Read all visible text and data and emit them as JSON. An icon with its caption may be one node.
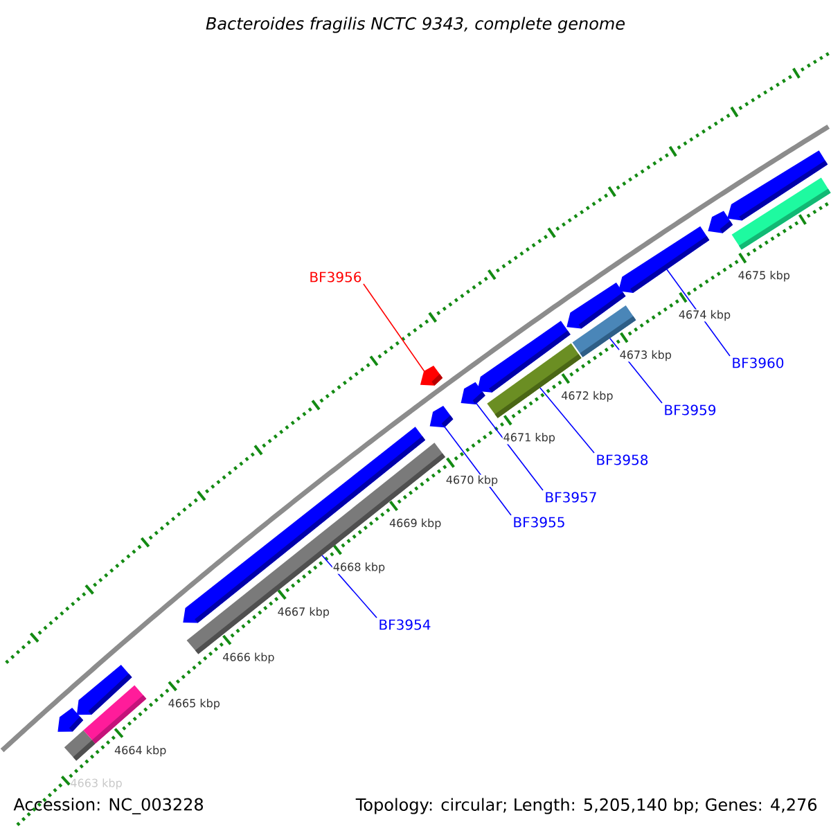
{
  "diagram": {
    "title": "Bacteroides fragilis NCTC 9343, complete genome",
    "nodes": [
      {
        "text": [
          "BF3956"
        ]
      },
      {
        "text": [],
        "shape": "arrow"
      },
      {
        "text": [
          "BF3954"
        ]
      },
      {
        "text": [],
        "shape": "bar"
      },
      {
        "text": [
          "BF3955"
        ]
      },
      {
        "text": [],
        "shape": "arrow"
      },
      {
        "text": [
          "BF3957"
        ]
      },
      {
        "text": [],
        "shape": "arrow"
      },
      {
        "text": [
          "BF3958"
        ]
      },
      {
        "text": [],
        "shape": "bar"
      },
      {
        "text": [
          "BF3959"
        ]
      },
      {
        "text": [],
        "shape": "bar"
      },
      {
        "text": [
          "BF3960"
        ]
      },
      {
        "text": [],
        "shape": "arrow"
      },
      {
        "text": [],
        "shape": "arrow"
      },
      {
        "text": [],
        "shape": "arrow"
      },
      {
        "text": [],
        "shape": "arrow"
      },
      {
        "text": [],
        "shape": "arrow"
      },
      {
        "text": [],
        "shape": "arrow"
      },
      {
        "text": [],
        "shape": "arrow"
      },
      {
        "text": [],
        "shape": "arrow"
      },
      {
        "text": [],
        "shape": "bar"
      },
      {
        "text": [],
        "shape": "bar"
      },
      {
        "text": [],
        "shape": "bar"
      }
    ],
    "edges": [
      {
        "from": 0,
        "to": 1,
        "arrow": "none",
        "color": "#ff0000"
      },
      {
        "from": 2,
        "to": 3,
        "arrow": "none"
      },
      {
        "from": 4,
        "to": 5,
        "arrow": "none"
      },
      {
        "from": 6,
        "to": 7,
        "arrow": "none"
      },
      {
        "from": 8,
        "to": 9,
        "arrow": "none"
      },
      {
        "from": 10,
        "to": 11,
        "arrow": "none"
      },
      {
        "from": 12,
        "to": 13,
        "arrow": "none"
      }
    ],
    "labels": [
      "4675 kbp",
      "4674 kbp",
      "4673 kbp",
      "4672 kbp",
      "4671 kbp",
      "4670 kbp",
      "4669 kbp",
      "4668 kbp",
      "4667 kbp",
      "4666 kbp",
      "4665 kbp",
      "4664 kbp",
      "4663 kbp",
      "Accession: NC_003228",
      "Topology: circular; Length: 5,205,140 bp; Genes: 4,276"
    ]
  }
}
